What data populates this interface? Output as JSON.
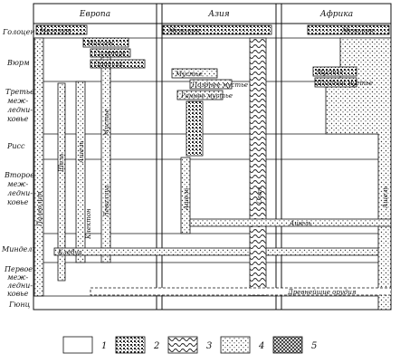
{
  "columns": [
    {
      "id": "europe",
      "label": "Европа"
    },
    {
      "id": "asia",
      "label": "Азия"
    },
    {
      "id": "africa",
      "label": "Африка"
    }
  ],
  "periods": [
    {
      "id": "holocene",
      "label": [
        "Голоцен"
      ]
    },
    {
      "id": "wurm",
      "label": [
        "Вюрм"
      ]
    },
    {
      "id": "third-interglacial",
      "label": [
        "Третье",
        "меж-",
        "ледни-",
        "ковье"
      ]
    },
    {
      "id": "riss",
      "label": [
        "Рисс"
      ]
    },
    {
      "id": "second-interglacial",
      "label": [
        "Второе",
        "меж-",
        "ледни-",
        "ковье"
      ]
    },
    {
      "id": "mindel",
      "label": [
        "Миндель"
      ]
    },
    {
      "id": "first-interglacial",
      "label": [
        "Первое",
        "меж-",
        "ледни-",
        "ковье"
      ]
    },
    {
      "id": "gunz",
      "label": [
        "Гюнц"
      ]
    }
  ],
  "cultures": {
    "paleolit": "Палеолит",
    "mezolit_eu": "Мезолит",
    "mezolit_asia": "Мезолит",
    "mezolit_af": "Мезолит",
    "madlen": "Мадлен",
    "solutre": "Солютре",
    "orinyak": "Ориньяк",
    "must_eu": "Мустье",
    "levallua": "Леваллуа",
    "ashel_eu": "Ашель",
    "shel": "Шель",
    "klekton": "Клектон",
    "kleb": "Клебуа",
    "asia_must": "Мустье",
    "asia_late": "Позднее мустье",
    "asia_early": "Раннее мустье",
    "asia_ashel": "Ашель",
    "soan": "Соан",
    "af_ashel_h": "Ашель",
    "af_ashel_v": "Ашель",
    "af_must": "Мустье",
    "af_late": "Позднее мустье",
    "pebble": "Древнейшие орудия"
  },
  "legend": [
    {
      "number": "1",
      "pattern": "blank"
    },
    {
      "number": "2",
      "pattern": "dense"
    },
    {
      "number": "3",
      "pattern": "wavy"
    },
    {
      "number": "4",
      "pattern": "dots"
    },
    {
      "number": "5",
      "pattern": "cross"
    }
  ]
}
